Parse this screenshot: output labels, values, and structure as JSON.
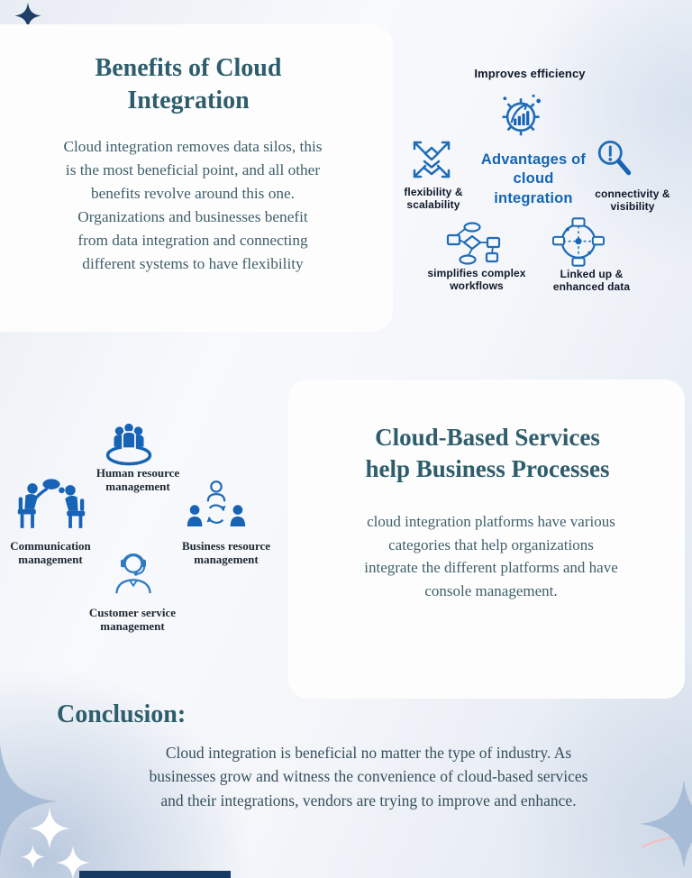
{
  "benefits_card": {
    "title": "Benefits of Cloud\nIntegration",
    "body": "Cloud integration removes data silos, this\nis the most beneficial point, and all other\nbenefits revolve around this one.\nOrganizations and businesses benefit\nfrom data integration and connecting\ndifferent systems to have flexibility"
  },
  "advantages_diagram": {
    "top_label": "Improves efficiency",
    "center_title": "Advantages of\ncloud\nintegration",
    "items": [
      {
        "icon": "expand-arrows-icon",
        "label": "flexibility &\nscalability"
      },
      {
        "icon": "magnifier-alert-icon",
        "label": "connectivity &\nvisibility"
      },
      {
        "icon": "flowchart-icon",
        "label": "simplifies complex\nworkflows"
      },
      {
        "icon": "linked-hub-icon",
        "label": "Linked up &\nenhanced data"
      }
    ]
  },
  "management_diagram": {
    "items": [
      {
        "icon": "people-group-icon",
        "label": "Human resource\nmanagement"
      },
      {
        "icon": "communication-icon",
        "label": "Communication\nmanagement"
      },
      {
        "icon": "people-sync-icon",
        "label": "Business resource\nmanagement"
      },
      {
        "icon": "headset-agent-icon",
        "label": "Customer service\nmanagement"
      }
    ]
  },
  "services_card": {
    "title": "Cloud-Based Services\nhelp Business Processes",
    "body": "cloud integration platforms have various\ncategories that help organizations\nintegrate the different platforms and have\nconsole management."
  },
  "conclusion": {
    "heading": "Conclusion:",
    "body": "Cloud integration is beneficial no matter the type of industry. As\nbusinesses grow and witness the convenience of cloud-based services\nand their integrations, vendors are trying to improve and enhance."
  },
  "colors": {
    "heading_teal": "#2e5e6d",
    "body_teal": "#3f5f6a",
    "accent_blue": "#1565b3",
    "icon_blue": "#1f6cb7",
    "label_navy": "#10192a",
    "sparkle_blue": "#a7bcd6",
    "sparkle_white": "#ffffff",
    "corner_sparkle_navy": "#1d3e66",
    "footer_bar_navy": "#163a63",
    "card_white": "#fdfdfd",
    "pink_accent": "#f3bfc6"
  }
}
